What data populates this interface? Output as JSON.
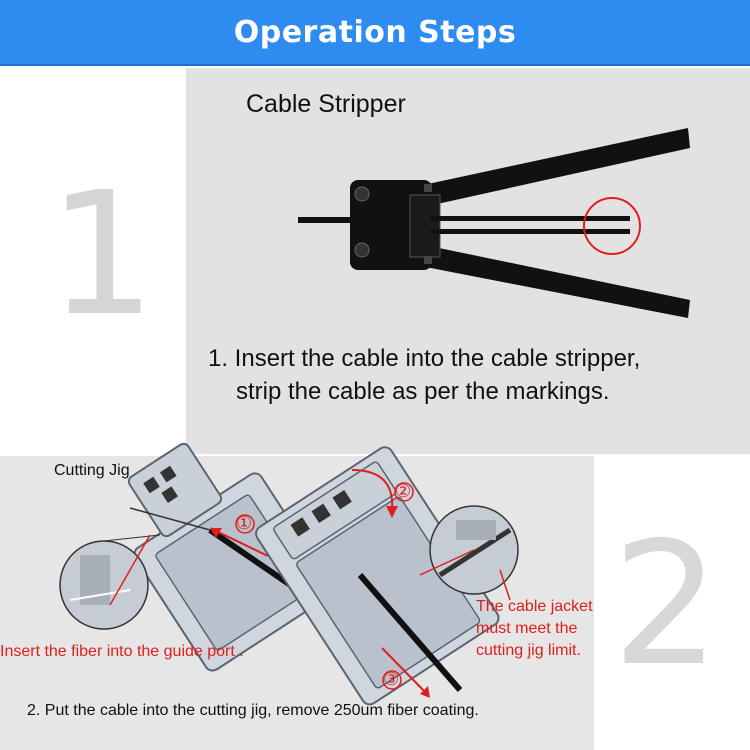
{
  "header": {
    "title": "Operation Steps"
  },
  "step1": {
    "number": "1",
    "tool_label": "Cable Stripper",
    "instruction_line1": "1. Insert the cable into the cable stripper,",
    "instruction_line2": "strip the cable as per the markings."
  },
  "step2": {
    "number": "2",
    "tool_label": "Cutting Jig",
    "note_left": "Insert the fiber into the guide port .",
    "note_right_line1": "The cable jacket",
    "note_right_line2": "must meet the",
    "note_right_line3": "cutting jig limit.",
    "marker_1": "①",
    "marker_2": "②",
    "marker_3": "③",
    "instruction": "2. Put the cable into the cutting jig, remove 250um fiber coating."
  },
  "colors": {
    "header_bg": "#2e8bf0",
    "annotation_red": "#e01e1e",
    "panel_gray": "#e2e2e2"
  }
}
